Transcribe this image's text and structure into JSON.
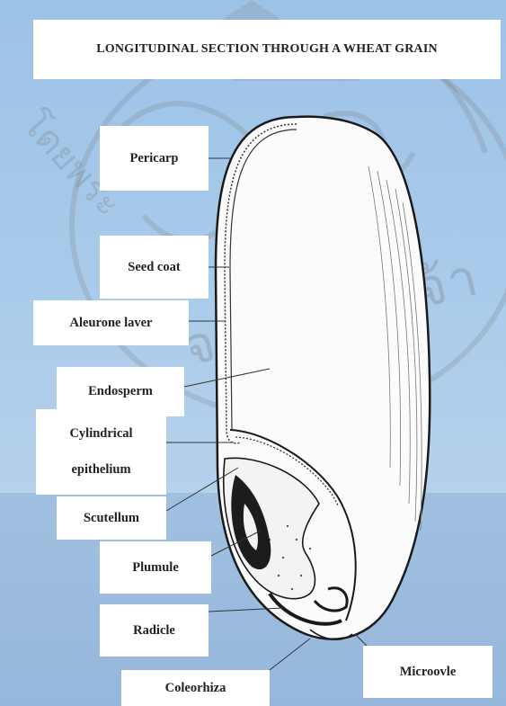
{
  "title": "LONGITUDINAL SECTION THROUGH A WHEAT GRAIN",
  "labels": {
    "pericarp": "Pericarp",
    "seed_coat": "Seed coat",
    "aleurone_layer": "Aleurone laver",
    "endosperm": "Endosperm",
    "cylindrical_epithelium_line1": "Cylindrical",
    "cylindrical_epithelium_line2": "epithelium",
    "scutellum": "Scutellum",
    "plumule": "Plumule",
    "radicle": "Radicle",
    "micropyle": "Microovle",
    "coleorhiza": "Coleorhiza"
  },
  "watermark": {
    "text_main": "จอมเกล้าเจ้า",
    "text_side": "โดยพระ"
  },
  "colors": {
    "background": "#a9cbeb",
    "label_fill": "#ffffff",
    "text": "#222222",
    "ink": "#1a1a1a"
  }
}
